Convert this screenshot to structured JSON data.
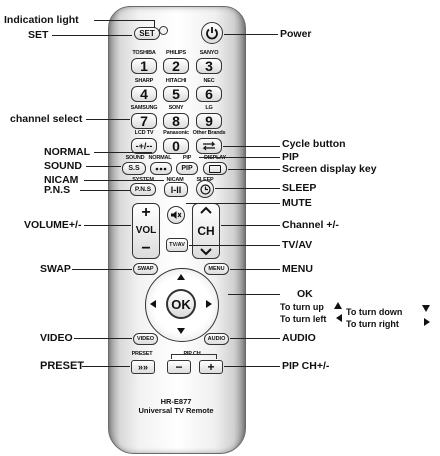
{
  "labels": {
    "indication_light": "Indication light",
    "set": "SET",
    "power": "Power",
    "channel_select": "channel select",
    "cycle_button": "Cycle button",
    "normal": "NORMAL",
    "pip": "PIP",
    "sound": "SOUND",
    "screen_display_key": "Screen display key",
    "nicam": "NICAM",
    "pns": "P.N.S",
    "sleep": "SLEEP",
    "mute": "MUTE",
    "volume": "VOLUME+/-",
    "channel": "Channel +/-",
    "tvav": "TV/AV",
    "swap": "SWAP",
    "menu": "MENU",
    "ok": "OK",
    "turn_up": "To turn up",
    "turn_down": "To turn down",
    "turn_left": "To turn left",
    "turn_right": "To turn right",
    "video": "VIDEO",
    "audio": "AUDIO",
    "preset": "PRESET",
    "pip_ch": "PIP CH+/-"
  },
  "remote": {
    "set_btn": "SET",
    "brands": [
      "TOSHIBA",
      "PHILIPS",
      "SANYO",
      "SHARP",
      "HITACHI",
      "NEC",
      "SAMSUNG",
      "SONY",
      "LG",
      "LCD TV",
      "Panasonic",
      "Other Brands"
    ],
    "digits": [
      "1",
      "2",
      "3",
      "4",
      "5",
      "6",
      "7",
      "8",
      "9",
      "0"
    ],
    "dash_btn": "-+/--",
    "row_a_labels": [
      "SOUND",
      "NORMAL",
      "PIP",
      "DISPLAY"
    ],
    "ss_btn": "S.S",
    "pip_btn": "PIP",
    "row_b_labels": [
      "SYSTEM",
      "NICAM",
      "SLEEP"
    ],
    "pns_btn": "P.N.S",
    "nicam_btn": "I-II",
    "vol_plus": "+",
    "vol_label": "VOL",
    "vol_minus": "−",
    "ch_label": "CH",
    "tvav_btn": "TV/AV",
    "swap_btn": "SWAP",
    "menu_btn": "MENU",
    "ok_btn": "OK",
    "video_btn": "VIDEO",
    "audio_btn": "AUDIO",
    "preset_label": "PRESET",
    "preset_btn": "»»",
    "pipch_label": "PIP CH",
    "pipch_minus": "−",
    "pipch_plus": "+",
    "model": "HR-E877",
    "model_sub": "Universal TV Remote"
  }
}
